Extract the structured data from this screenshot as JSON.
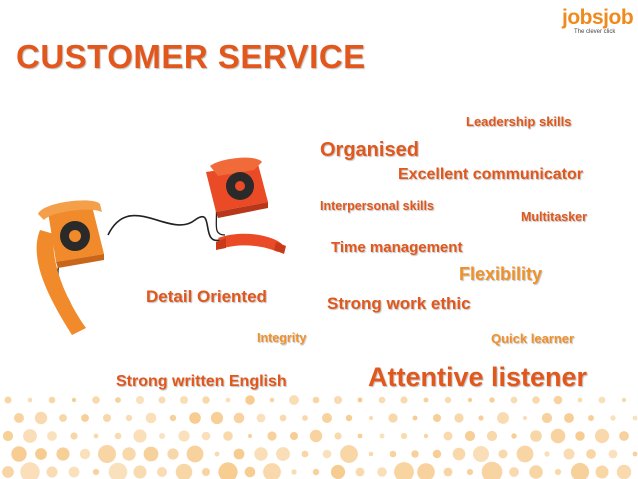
{
  "slide": {
    "title": "CUSTOMER SERVICE",
    "logo": {
      "text": "jobsjob",
      "tagline": "The clever click"
    },
    "skills": [
      "Leadership skills",
      "Organised",
      "Excellent communicator",
      "Interpersonal skills",
      "Multitasker",
      "Time management",
      "Flexibility",
      "Detail Oriented",
      "Strong work ethic",
      "Integrity",
      "Quick learner",
      "Strong written English",
      "Attentive listener"
    ]
  },
  "colors": {
    "primary": "#e2571c",
    "secondary": "#f0912b",
    "dots": "#f6c98a"
  },
  "icons": [
    "orange-rotary-phone-icon",
    "red-rotary-phone-icon"
  ]
}
